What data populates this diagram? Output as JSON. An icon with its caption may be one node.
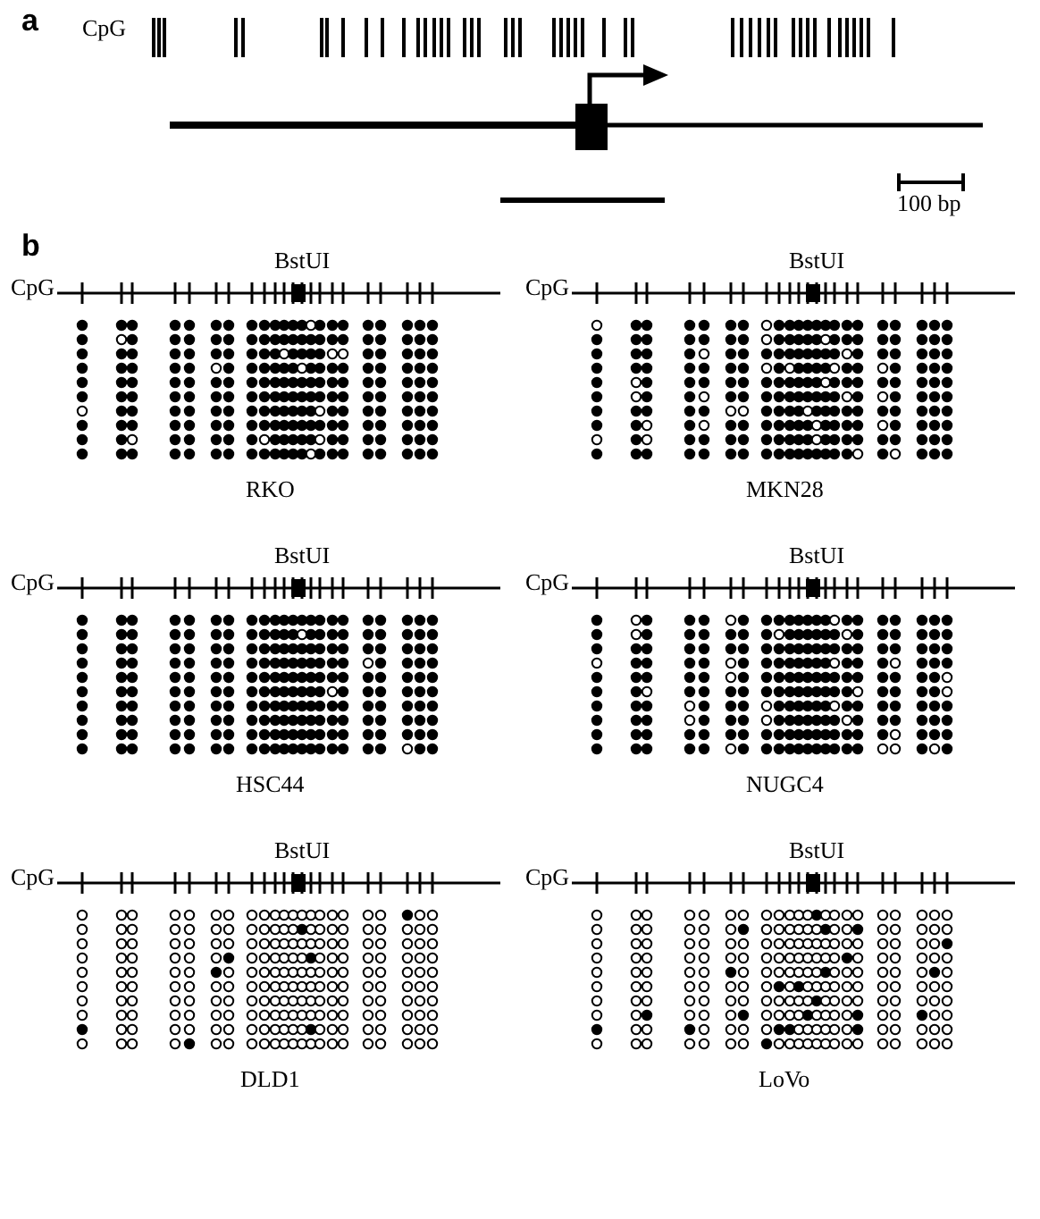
{
  "diagram": {
    "labels": [
      "a",
      "CpG",
      "100 bp",
      "b",
      "CpG",
      "BstUI",
      "CpG",
      "BstUI",
      "RKO",
      "MKN28",
      "CpG",
      "BstUI",
      "CpG",
      "BstUI",
      "HSC44",
      "NUGC4",
      "CpG",
      "BstUI",
      "CpG",
      "BstUI",
      "DLD1",
      "LoVo"
    ]
  }
}
